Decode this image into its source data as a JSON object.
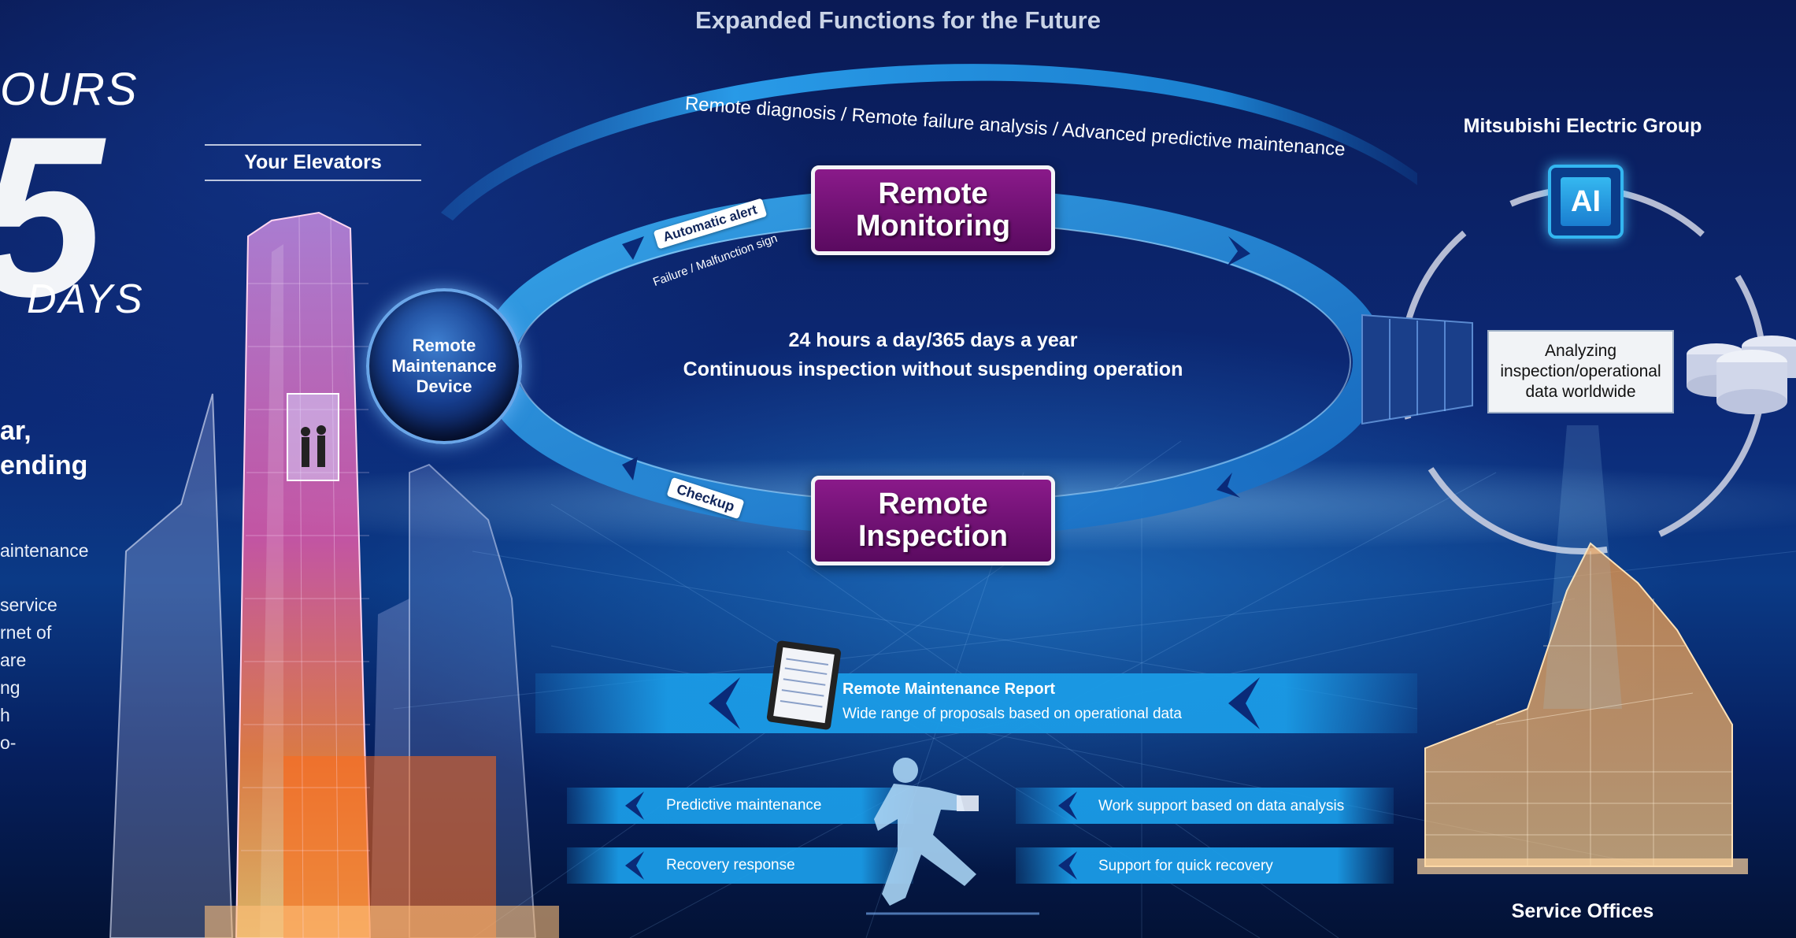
{
  "title": "Expanded Functions for the Future",
  "left_panel": {
    "big_top": "OURS",
    "big_numeral": "5",
    "big_days": "DAYS",
    "headline_1": "ar,",
    "headline_2": "ending",
    "text_lines": [
      "aintenance",
      "",
      "service",
      "rnet of",
      "are",
      "ng",
      "h",
      "o-"
    ]
  },
  "your_elevators": "Your Elevators",
  "top_arc": "Remote diagnosis / Remote failure analysis / Advanced predictive maintenance",
  "remote_monitoring": "Remote Monitoring",
  "remote_inspection": "Remote Inspection",
  "device": "Remote Maintenance Device",
  "automatic_alert": "Automatic alert",
  "failure_sign": "Failure / Malfunction sign",
  "checkup": "Checkup",
  "center_line_1": "24 hours a day/365 days a year",
  "center_line_2": "Continuous inspection without suspending operation",
  "mitsubishi": "Mitsubishi Electric Group",
  "ai": "AI",
  "analyzing": "Analyzing inspection/operational data worldwide",
  "report_title": "Remote Maintenance Report",
  "report_sub": "Wide range of proposals based on operational data",
  "bars": {
    "predictive": "Predictive maintenance",
    "recovery": "Recovery response",
    "work_support": "Work support based on data analysis",
    "quick_recovery": "Support for quick recovery"
  },
  "service_offices": "Service Offices",
  "colors": {
    "accent_blue": "#1a9be6",
    "purple": "#6e1274",
    "navy": "#0a1a55"
  }
}
